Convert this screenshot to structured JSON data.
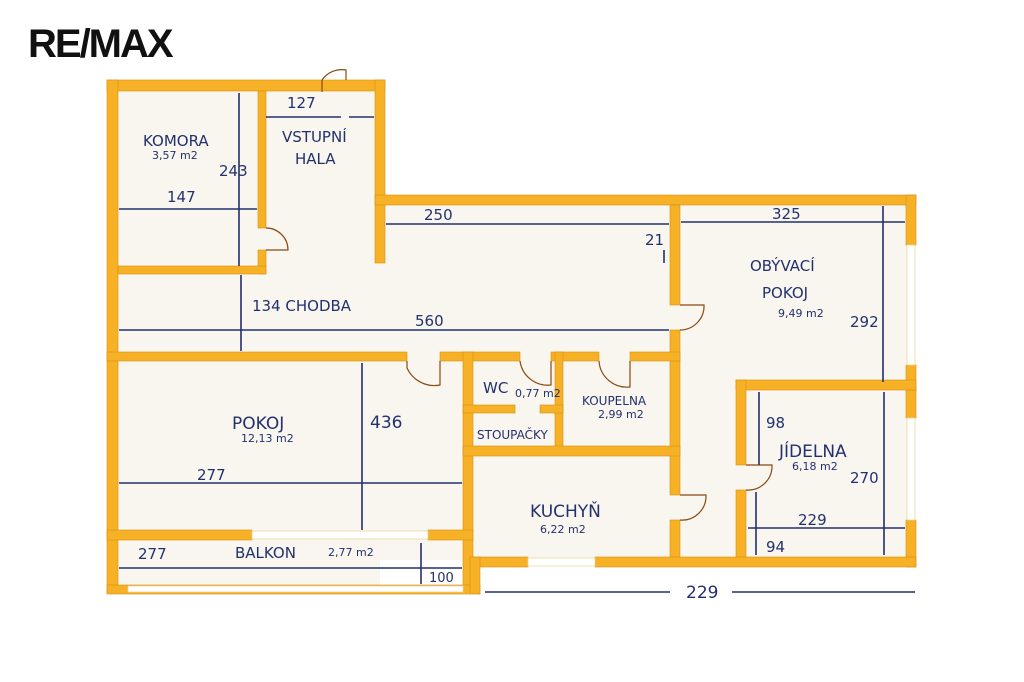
{
  "brand": {
    "logo": "RE/MAX"
  },
  "rooms": {
    "komora": {
      "name": "KOMORA",
      "area": "3,57 m2"
    },
    "vstupni_hala": {
      "name1": "VSTUPNÍ",
      "name2": "HALA"
    },
    "chodba": {
      "name": "134 CHODBA"
    },
    "obyvaci_pokoj": {
      "name1": "OBÝVACÍ",
      "name2": "POKOJ",
      "area": "9,49 m2"
    },
    "pokoj": {
      "name": "POKOJ",
      "area": "12,13 m2"
    },
    "wc": {
      "name": "WC",
      "area": "0,77 m2"
    },
    "koupelna": {
      "name": "KOUPELNA",
      "area": "2,99 m2"
    },
    "stoupacky": {
      "name": "STOUPAČKY"
    },
    "kuchyn": {
      "name": "KUCHYŇ",
      "area": "6,22 m2"
    },
    "jidelna": {
      "name": "JÍDELNA",
      "area": "6,18 m2"
    },
    "balkon": {
      "name": "BALKON",
      "area": "2,77 m2"
    }
  },
  "dimensions": {
    "hala_width": "127",
    "komora_height": "243",
    "komora_width": "147",
    "chodba_upper": "250",
    "chodba_step": "21",
    "chodba_length": "560",
    "obyvaci_width": "325",
    "obyvaci_height": "292",
    "pokoj_height": "436",
    "pokoj_width": "277",
    "balkon_width": "277",
    "balkon_depth": "100",
    "jidelna_upper": "98",
    "jidelna_height": "270",
    "jidelna_width": "229",
    "jidelna_lower": "94",
    "bottom_width": "229"
  }
}
